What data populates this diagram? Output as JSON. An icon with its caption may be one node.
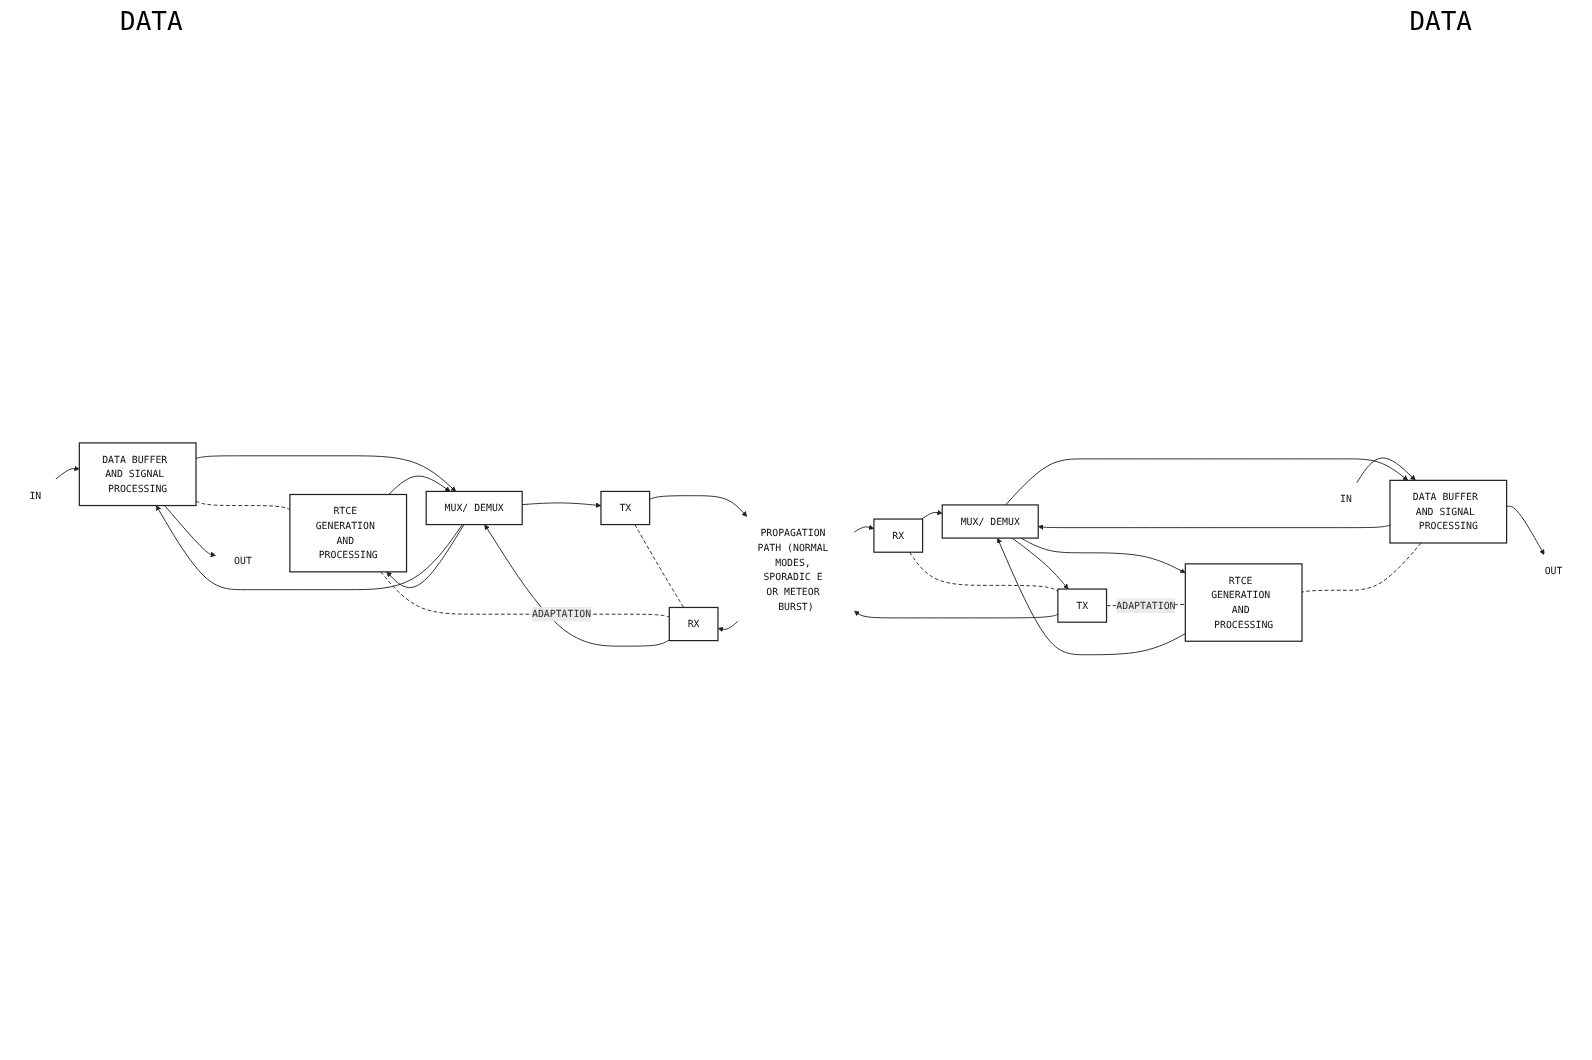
{
  "diagram": {
    "nodes": [
      {
        "text": [
          "IN"
        ]
      },
      {
        "text": [
          "OUT"
        ]
      },
      {
        "text": [
          "DATA BUFFER AND SIGNAL PROCESSING"
        ]
      },
      {
        "text": [
          "RTCE GENERATION AND PROCESSING"
        ]
      },
      {
        "text": [
          "MUX/ DEMUX"
        ]
      },
      {
        "text": [
          "TX"
        ]
      },
      {
        "text": [
          "RX"
        ]
      },
      {
        "text": [
          "PROPAGATION PATH (NORMAL MODES, SPORADIC E OR METEOR BURST)"
        ]
      },
      {
        "text": [
          "RX"
        ]
      },
      {
        "text": [
          "TX"
        ]
      },
      {
        "text": [
          "MUX/ DEMUX"
        ]
      },
      {
        "text": [
          "IN"
        ]
      },
      {
        "text": [
          "OUT"
        ]
      },
      {
        "text": [
          "DATA BUFFER AND SIGNAL PROCESSING"
        ]
      },
      {
        "text": [
          "RTCE GENERATION AND PROCESSING"
        ]
      }
    ],
    "edges": [
      {
        "from": 0,
        "to": 2,
        "arrow": "to"
      },
      {
        "from": 2,
        "to": 1,
        "arrow": "to"
      },
      {
        "from": 2,
        "to": 4,
        "arrow": "to"
      },
      {
        "from": 4,
        "to": 2,
        "arrow": "to"
      },
      {
        "from": 3,
        "to": 4,
        "arrow": "to"
      },
      {
        "from": 4,
        "to": 3,
        "arrow": "to"
      },
      {
        "from": 2,
        "to": 3,
        "arrow": "none",
        "style": "dashed"
      },
      {
        "from": 4,
        "to": 5,
        "arrow": "to"
      },
      {
        "from": 6,
        "to": 4,
        "arrow": "to"
      },
      {
        "from": 5,
        "to": 6,
        "arrow": "none",
        "style": "dashed"
      },
      {
        "from": 3,
        "to": 6,
        "arrow": "none",
        "style": "dashed",
        "label": "ADAPTATION"
      },
      {
        "from": 5,
        "to": 7,
        "arrow": "to"
      },
      {
        "from": 7,
        "to": 8,
        "arrow": "to"
      },
      {
        "from": 9,
        "to": 7,
        "arrow": "to"
      },
      {
        "from": 7,
        "to": 6,
        "arrow": "to"
      },
      {
        "from": 8,
        "to": 10,
        "arrow": "to"
      },
      {
        "from": 10,
        "to": 9,
        "arrow": "to"
      },
      {
        "from": 8,
        "to": 9,
        "arrow": "none",
        "style": "dashed"
      },
      {
        "from": 11,
        "to": 13,
        "arrow": "to"
      },
      {
        "from": 13,
        "to": 12,
        "arrow": "to"
      },
      {
        "from": 13,
        "to": 10,
        "arrow": "to"
      },
      {
        "from": 10,
        "to": 13,
        "arrow": "to"
      },
      {
        "from": 14,
        "to": 10,
        "arrow": "to"
      },
      {
        "from": 10,
        "to": 14,
        "arrow": "to"
      },
      {
        "from": 13,
        "to": 14,
        "arrow": "none",
        "style": "dashed"
      },
      {
        "from": 9,
        "to": 14,
        "arrow": "none",
        "style": "dashed",
        "label": "ADAPTATION"
      }
    ],
    "labels": [
      "DATA",
      "DATA"
    ]
  }
}
